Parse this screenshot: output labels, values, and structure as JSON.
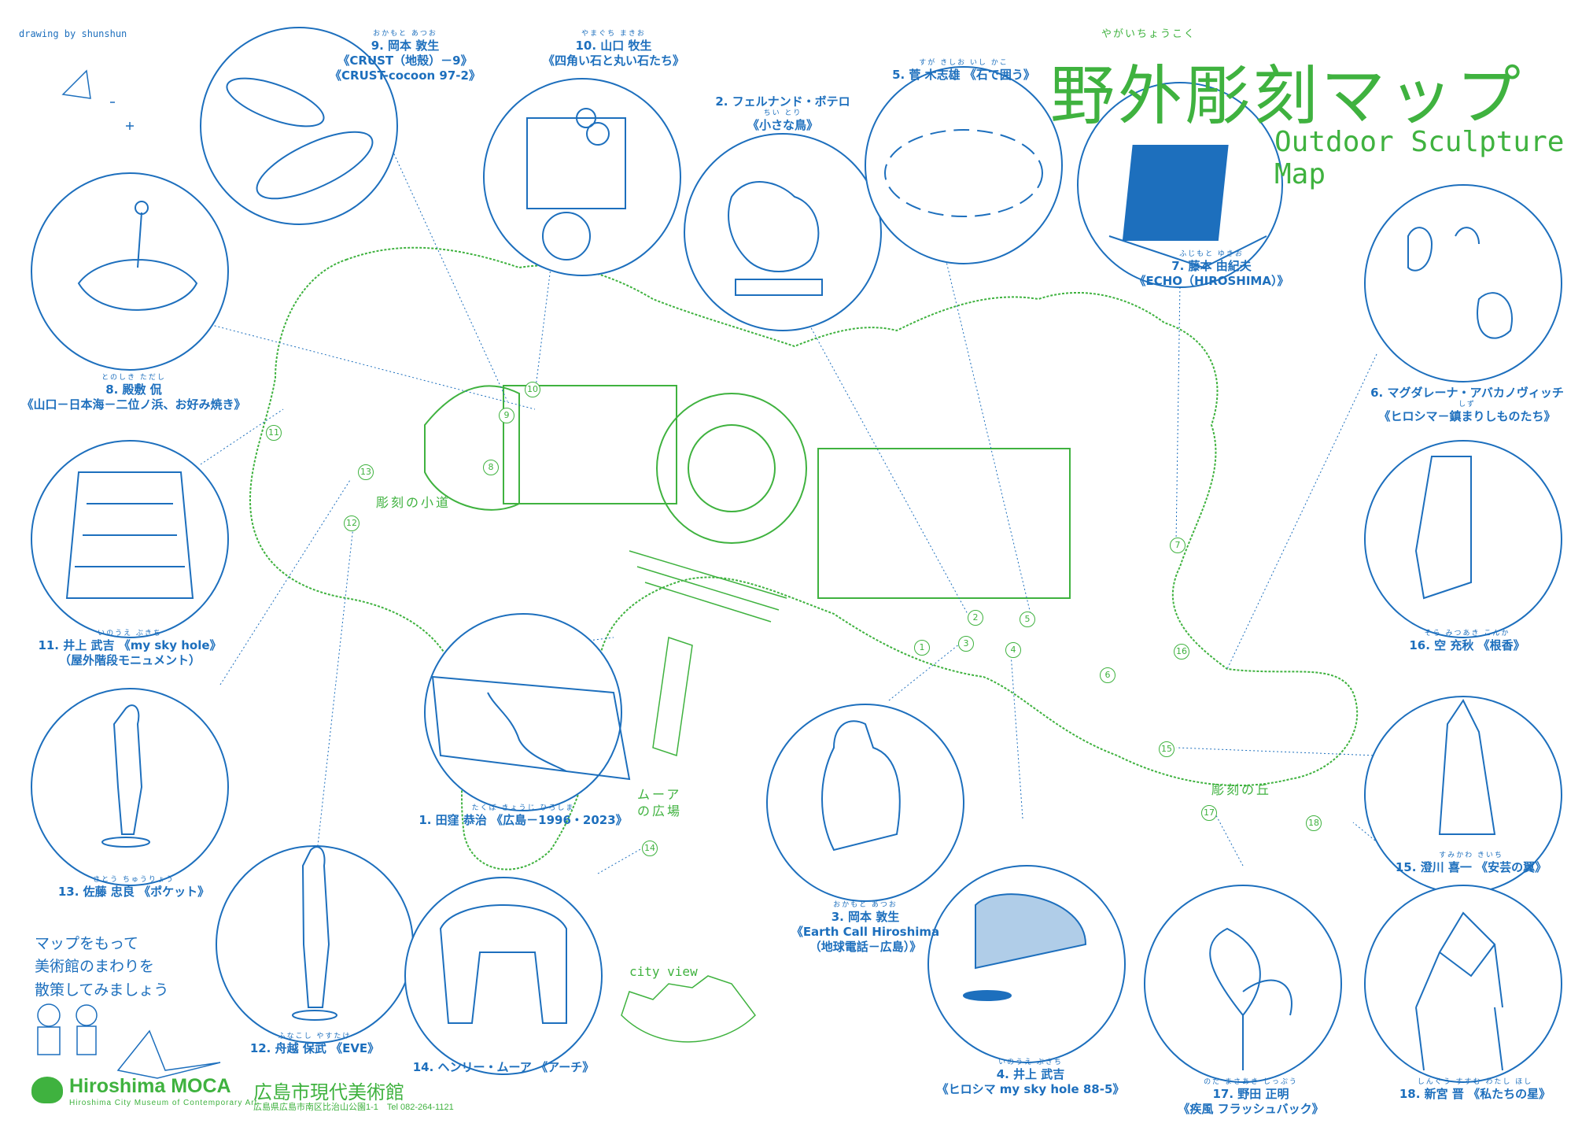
{
  "title": {
    "ruby": "やがいちょうこく",
    "jp": "野外彫刻マップ",
    "en": "Outdoor Sculpture Map"
  },
  "credit": "drawing by shunshun",
  "walk_text": [
    "マップをもって",
    "美術館のまわりを",
    "散策してみましょう"
  ],
  "museum": {
    "name": "Hiroshima MOCA",
    "name_en": "Hiroshima City Museum of Contemporary Art",
    "name_jp": "広島市現代美術館",
    "address": "広島県広島市南区比治山公園1-1　Tel 082-264-1121"
  },
  "areas": {
    "path": "彫刻の小道",
    "moore": "ムーアの広場",
    "hill": "彫刻の丘",
    "city_view": "city view"
  },
  "sculptures": [
    {
      "num": "1",
      "ruby": "たくぼ きょうじ ひろしま",
      "artist": "1. 田窪 恭治",
      "work": "《広島－1996・2023》"
    },
    {
      "num": "2",
      "ruby": "ちい とり",
      "artist": "2. フェルナンド・ボテロ",
      "work": "《小さな鳥》"
    },
    {
      "num": "3",
      "ruby": "おかもと あつお",
      "artist": "3. 岡本 敦生",
      "work": "《Earth Call Hiroshima",
      "work2": "（地球電話－広島）》"
    },
    {
      "num": "4",
      "ruby": "いのうえ ぶきち",
      "artist": "4. 井上 武吉",
      "work": "《ヒロシマ my sky hole 88-5》"
    },
    {
      "num": "5",
      "ruby": "すが きしお いし かこ",
      "artist": "5. 菅 木志雄",
      "work": "《石で囲う》"
    },
    {
      "num": "6",
      "ruby": "しず",
      "artist": "6. マグダレーナ・アバカノヴィッチ",
      "work": "《ヒロシマ－鎮まりしものたち》"
    },
    {
      "num": "7",
      "ruby": "ふじもと ゆきお",
      "artist": "7. 藤本 由紀夫",
      "work": "《ECHO（HIROSHIMA）》"
    },
    {
      "num": "8",
      "ruby": "とのしき ただし",
      "artist": "8. 殿敷 侃",
      "work": "《山口－日本海－二位ノ浜、お好み焼き》"
    },
    {
      "num": "9",
      "ruby": "おかもと あつお",
      "artist": "9. 岡本 敦生",
      "work": "《CRUST（地殻）－9》",
      "work2": "《CRUST-cocoon 97-2》"
    },
    {
      "num": "10",
      "ruby": "やまぐち まきお",
      "artist": "10. 山口 牧生",
      "work": "《四角い石と丸い石たち》"
    },
    {
      "num": "11",
      "ruby": "いのうえ ぶきち",
      "artist": "11. 井上 武吉",
      "work": "《my sky hole》",
      "work2": "（屋外階段モニュメント）"
    },
    {
      "num": "12",
      "ruby": "ふなこし やすたけ",
      "artist": "12. 舟越 保武",
      "work": "《EVE》"
    },
    {
      "num": "13",
      "ruby": "さとう ちゅうりょう",
      "artist": "13. 佐藤 忠良",
      "work": "《ポケット》"
    },
    {
      "num": "14",
      "ruby": "",
      "artist": "14. ヘンリー・ムーア",
      "work": "《アーチ》"
    },
    {
      "num": "15",
      "ruby": "すみかわ きいち",
      "artist": "15. 澄川 喜一",
      "work": "《安芸の翼》"
    },
    {
      "num": "16",
      "ruby": "そら みつあき こんか",
      "artist": "16. 空 充秋",
      "work": "《根香》"
    },
    {
      "num": "17",
      "ruby": "のだ まさあき しっぷう",
      "artist": "17. 野田 正明",
      "work": "《疾風 フラッシュバック》"
    },
    {
      "num": "18",
      "ruby": "しんぐう すすむ わたし ほし",
      "artist": "18. 新宮 晋",
      "work": "《私たちの星》"
    }
  ],
  "colors": {
    "green": "#3fb23f",
    "blue": "#1d6fbd"
  }
}
